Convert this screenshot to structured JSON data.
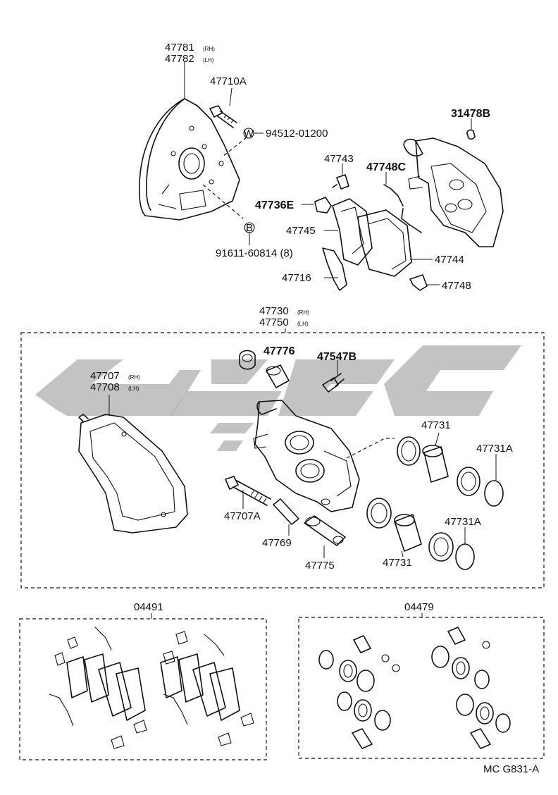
{
  "diagram": {
    "code": "MC G831-A",
    "watermark_color": "#b9b9b9",
    "line_color": "#111111",
    "labels": {
      "shield_rh": "47781",
      "shield_rh_side": "(RH)",
      "shield_lh": "47782",
      "shield_lh_side": "(LH)",
      "bolt_top": "47710A",
      "washer": "94512-01200",
      "cap_31478b": "31478B",
      "clip_47743": "47743",
      "spring_47748c": "47748C",
      "plate_47736e": "47736E",
      "pad_47745": "47745",
      "bolt_91611": "91611-60814 (8)",
      "pad_47744": "47744",
      "spring_47716": "47716",
      "clip_47748": "47748",
      "caliper_rh": "47730",
      "caliper_rh_side": "(RH)",
      "caliper_lh": "47750",
      "caliper_lh_side": "(LH)",
      "cap_47776": "47776",
      "bleeder_47547b": "47547B",
      "mount_rh": "47707",
      "mount_rh_side": "(RH)",
      "mount_lh": "47708",
      "mount_lh_side": "(LH)",
      "piston_upper": "47731",
      "ring_upper": "47731A",
      "bolt_47707a": "47707A",
      "pin_47769": "47769",
      "boot_47775": "47775",
      "piston_lower": "47731",
      "ring_lower": "47731A",
      "kit_pads": "04491",
      "kit_seals": "04479"
    },
    "symbols": {
      "washer_symbol": "W",
      "bolt_symbol": "B"
    }
  }
}
